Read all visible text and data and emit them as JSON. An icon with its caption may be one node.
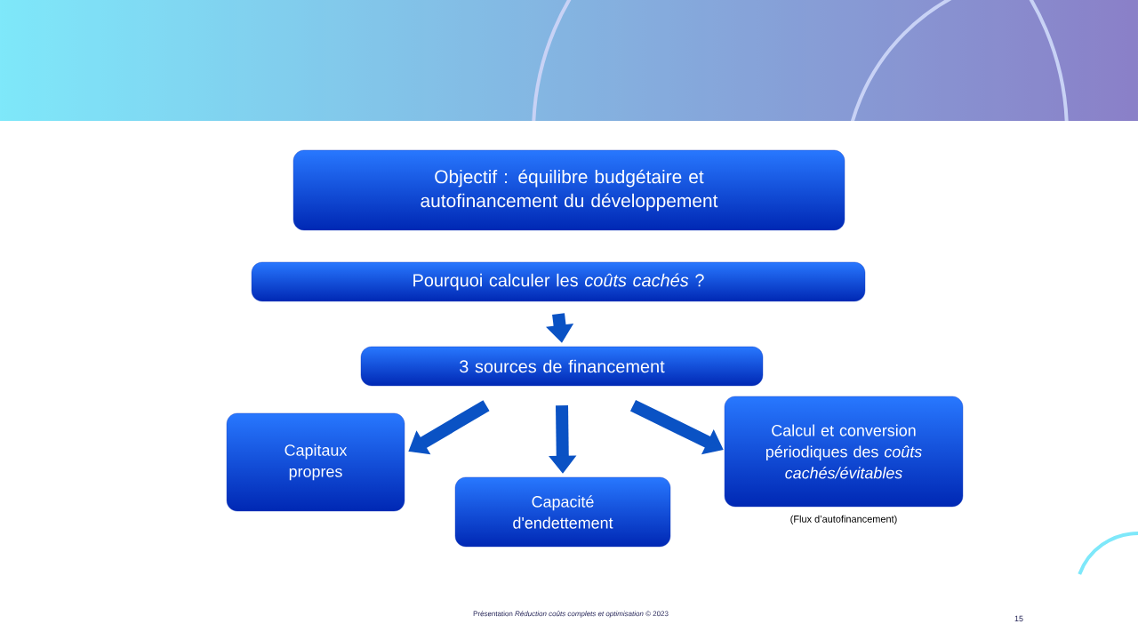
{
  "diagram": {
    "nodes": [
      {
        "text": [
          "Objectif : équilibre budgétaire et autofinancement du développement"
        ]
      },
      {
        "text": [
          "Pourquoi calculer les *coûts cachés* ?"
        ]
      },
      {
        "text": [
          "3 sources de financement"
        ]
      },
      {
        "text": [
          "Capitaux propres"
        ]
      },
      {
        "text": [
          "Capacité d'endettement"
        ]
      },
      {
        "text": [
          "Calcul et conversion périodiques des *coûts cachés/évitables*"
        ],
        "beside": [
          "(Flux d’autofinancement)"
        ]
      }
    ],
    "edges": [
      {
        "from": 1,
        "to": 2,
        "arrow": "to"
      },
      {
        "from": 2,
        "to": 3,
        "arrow": "to"
      },
      {
        "from": 2,
        "to": 4,
        "arrow": "to"
      },
      {
        "from": 2,
        "to": 5,
        "arrow": "to"
      }
    ],
    "labels": [
      "Présentation *Réduction coûts complets et optimisation* © 2023",
      "15"
    ]
  }
}
